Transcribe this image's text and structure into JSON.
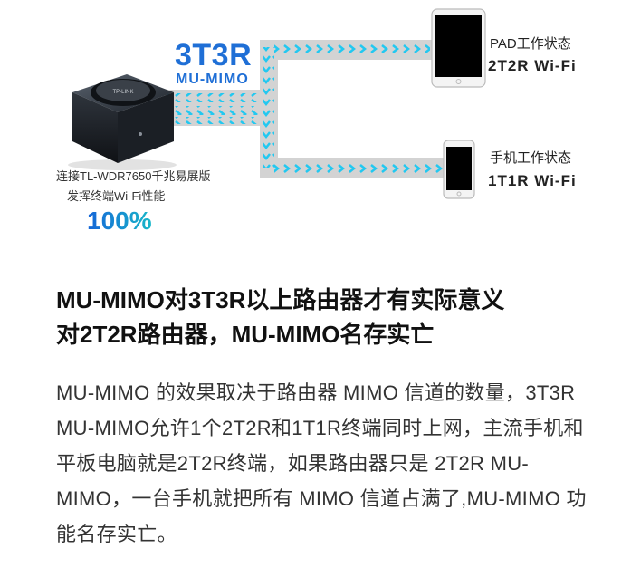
{
  "diagram": {
    "stream_label": "3T3R",
    "mode_label": "MU-MIMO",
    "router_caption_line1": "连接TL-WDR7650千兆易展版",
    "router_caption_line2": "发挥终端Wi-Fi性能",
    "performance_value": "100%",
    "pad_state_label": "PAD工作状态",
    "pad_wifi_label": "2T2R Wi-Fi",
    "phone_state_label": "手机工作状态",
    "phone_wifi_label": "1T1R Wi-Fi",
    "router_brand": "TP-LINK",
    "colors": {
      "accent_blue": "#1f6fd6",
      "arrow_cyan": "#22c8f0",
      "path_gray": "#d3d3d3"
    }
  },
  "headline": {
    "line1": "MU-MIMO对3T3R以上路由器才有实际意义",
    "line2": "对2T2R路由器，MU-MIMO名存实亡"
  },
  "body": {
    "paragraph": "MU-MIMO 的效果取决于路由器 MIMO 信道的数量，3T3R MU-MIMO允许1个2T2R和1T1R终端同时上网，主流手机和平板电脑就是2T2R终端，如果路由器只是 2T2R MU-MIMO，一台手机就把所有 MIMO 信道占满了,MU-MIMO 功能名存实亡。"
  }
}
